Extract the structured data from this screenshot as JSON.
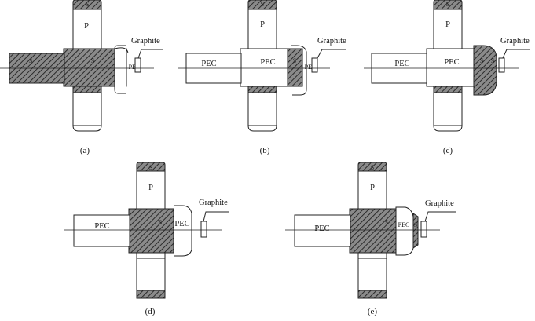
{
  "labels": {
    "p": "P",
    "pec": "PEC",
    "s": "S",
    "graphite": "Graphite"
  },
  "panels": [
    {
      "id": "a",
      "caption": "(a)"
    },
    {
      "id": "b",
      "caption": "(b)"
    },
    {
      "id": "c",
      "caption": "(c)"
    },
    {
      "id": "d",
      "caption": "(d)"
    },
    {
      "id": "e",
      "caption": "(e)"
    }
  ]
}
